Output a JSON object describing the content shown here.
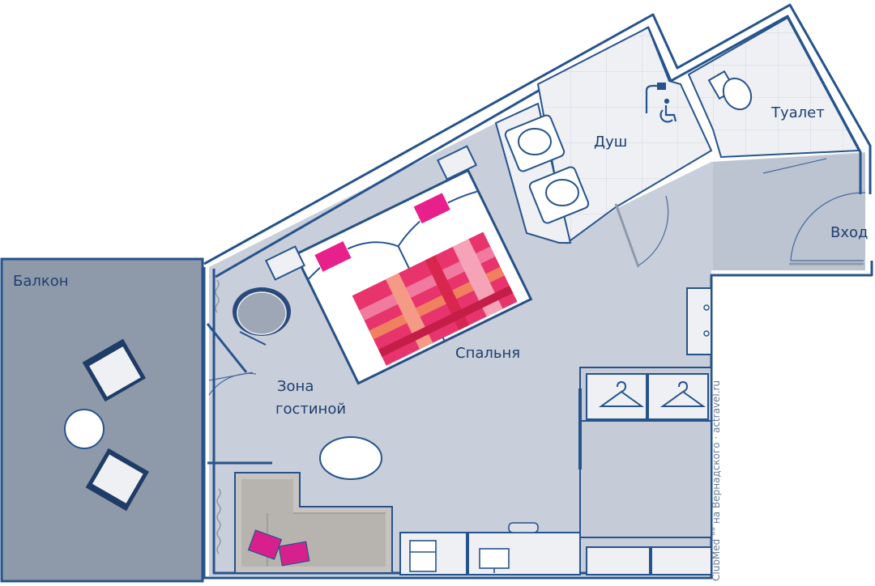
{
  "rooms": {
    "balcony": "Балкон",
    "shower": "Душ",
    "toilet": "Туалет",
    "entrance": "Вход",
    "bedroom": "Спальня",
    "living_zone_line1": "Зона",
    "living_zone_line2": "гостиной"
  },
  "credit": "ClubMed \"\" на Вернадского · actravel.ru",
  "icons": [
    "shower-icon",
    "wheelchair-icon",
    "hanger-icon",
    "toilet-icon",
    "sink-icon",
    "bed-icon",
    "armchair-icon",
    "sofa-icon",
    "table-icon",
    "desk-icon",
    "fridge-icon",
    "monitor-icon",
    "curtain-icon"
  ],
  "colors": {
    "wall": "#26538c",
    "floor": "#c9cedb",
    "floor_light": "#d4d8e3",
    "balcony": "#8e9aaa",
    "tile": "#eef0f4",
    "accent_pink": "#e8208c",
    "accent_red": "#d8264f",
    "accent_orange": "#ef8060",
    "label": "#1d3f6e"
  }
}
